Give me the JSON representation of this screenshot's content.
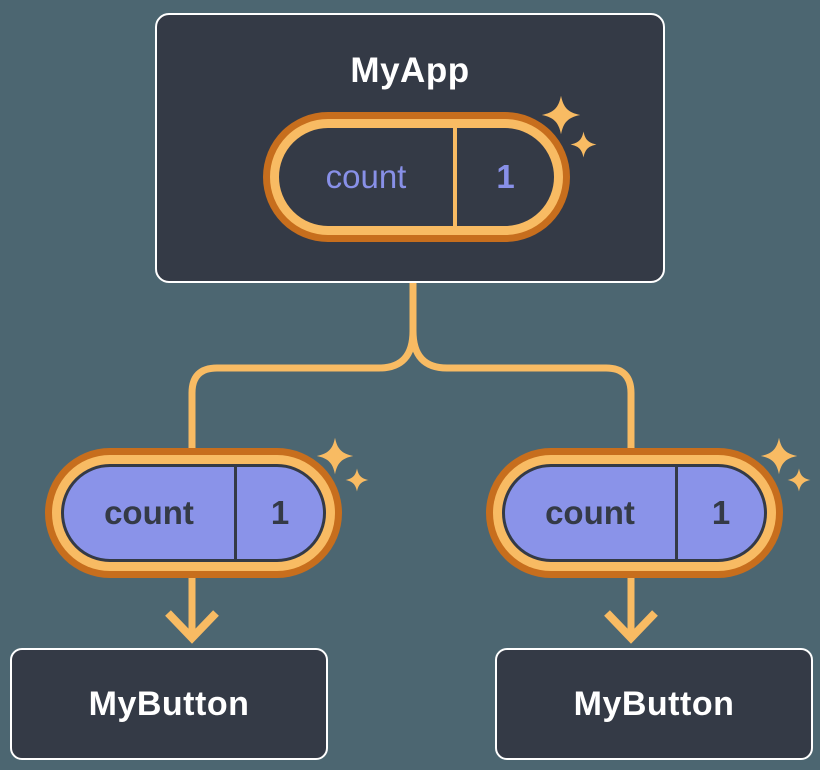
{
  "canvas": {
    "background": "#4C6671"
  },
  "colors": {
    "node_bg": "#343A46",
    "node_border": "#FFFFFF",
    "accent_orange": "#F8BB63",
    "deep_orange": "#C76E1D",
    "lavender_fill": "#8A93E9",
    "lavender_text": "#8890E8",
    "dark_text": "#343A46",
    "white_text": "#FFFFFF"
  },
  "icons": {
    "sparkle": "four-point-star"
  },
  "root_node": {
    "title": "MyApp",
    "state_pill": {
      "label": "count",
      "value": "1"
    }
  },
  "child_nodes": [
    {
      "title": "MyButton",
      "prop_pill": {
        "label": "count",
        "value": "1"
      }
    },
    {
      "title": "MyButton",
      "prop_pill": {
        "label": "count",
        "value": "1"
      }
    }
  ]
}
